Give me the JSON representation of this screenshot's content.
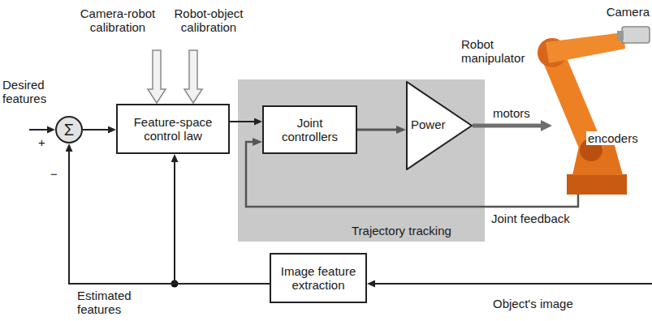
{
  "diagram": {
    "nodes": [
      {
        "text": [
          "Σ"
        ]
      },
      {
        "text": [
          "Feature-space control law"
        ]
      },
      {
        "text": [
          "Trajectory tracking"
        ]
      },
      {
        "text": [
          "Joint controllers"
        ],
        "in": 2
      },
      {
        "text": [
          "Power"
        ],
        "in": 2
      },
      {
        "text": [
          "Camera",
          "Robot manipulator",
          "motors",
          "encoders"
        ]
      },
      {
        "text": [
          "Image feature extraction"
        ]
      }
    ],
    "edges": [
      {
        "from": 0,
        "to": 1,
        "arrow": "to"
      },
      {
        "from": 1,
        "to": 3,
        "arrow": "to"
      },
      {
        "from": 3,
        "to": 4,
        "arrow": "to"
      },
      {
        "from": 4,
        "to": 5,
        "arrow": "to"
      },
      {
        "from": 5,
        "to": 3,
        "arrow": "to",
        "label": "Joint feedback"
      },
      {
        "from": 6,
        "to": 0,
        "arrow": "to",
        "label": "Estimated features"
      },
      {
        "from": 6,
        "to": 1,
        "arrow": "to"
      }
    ],
    "labels": [
      "Desired features",
      "+",
      "−",
      "Camera-robot calibration",
      "Robot-object calibration",
      "Object's image"
    ]
  }
}
